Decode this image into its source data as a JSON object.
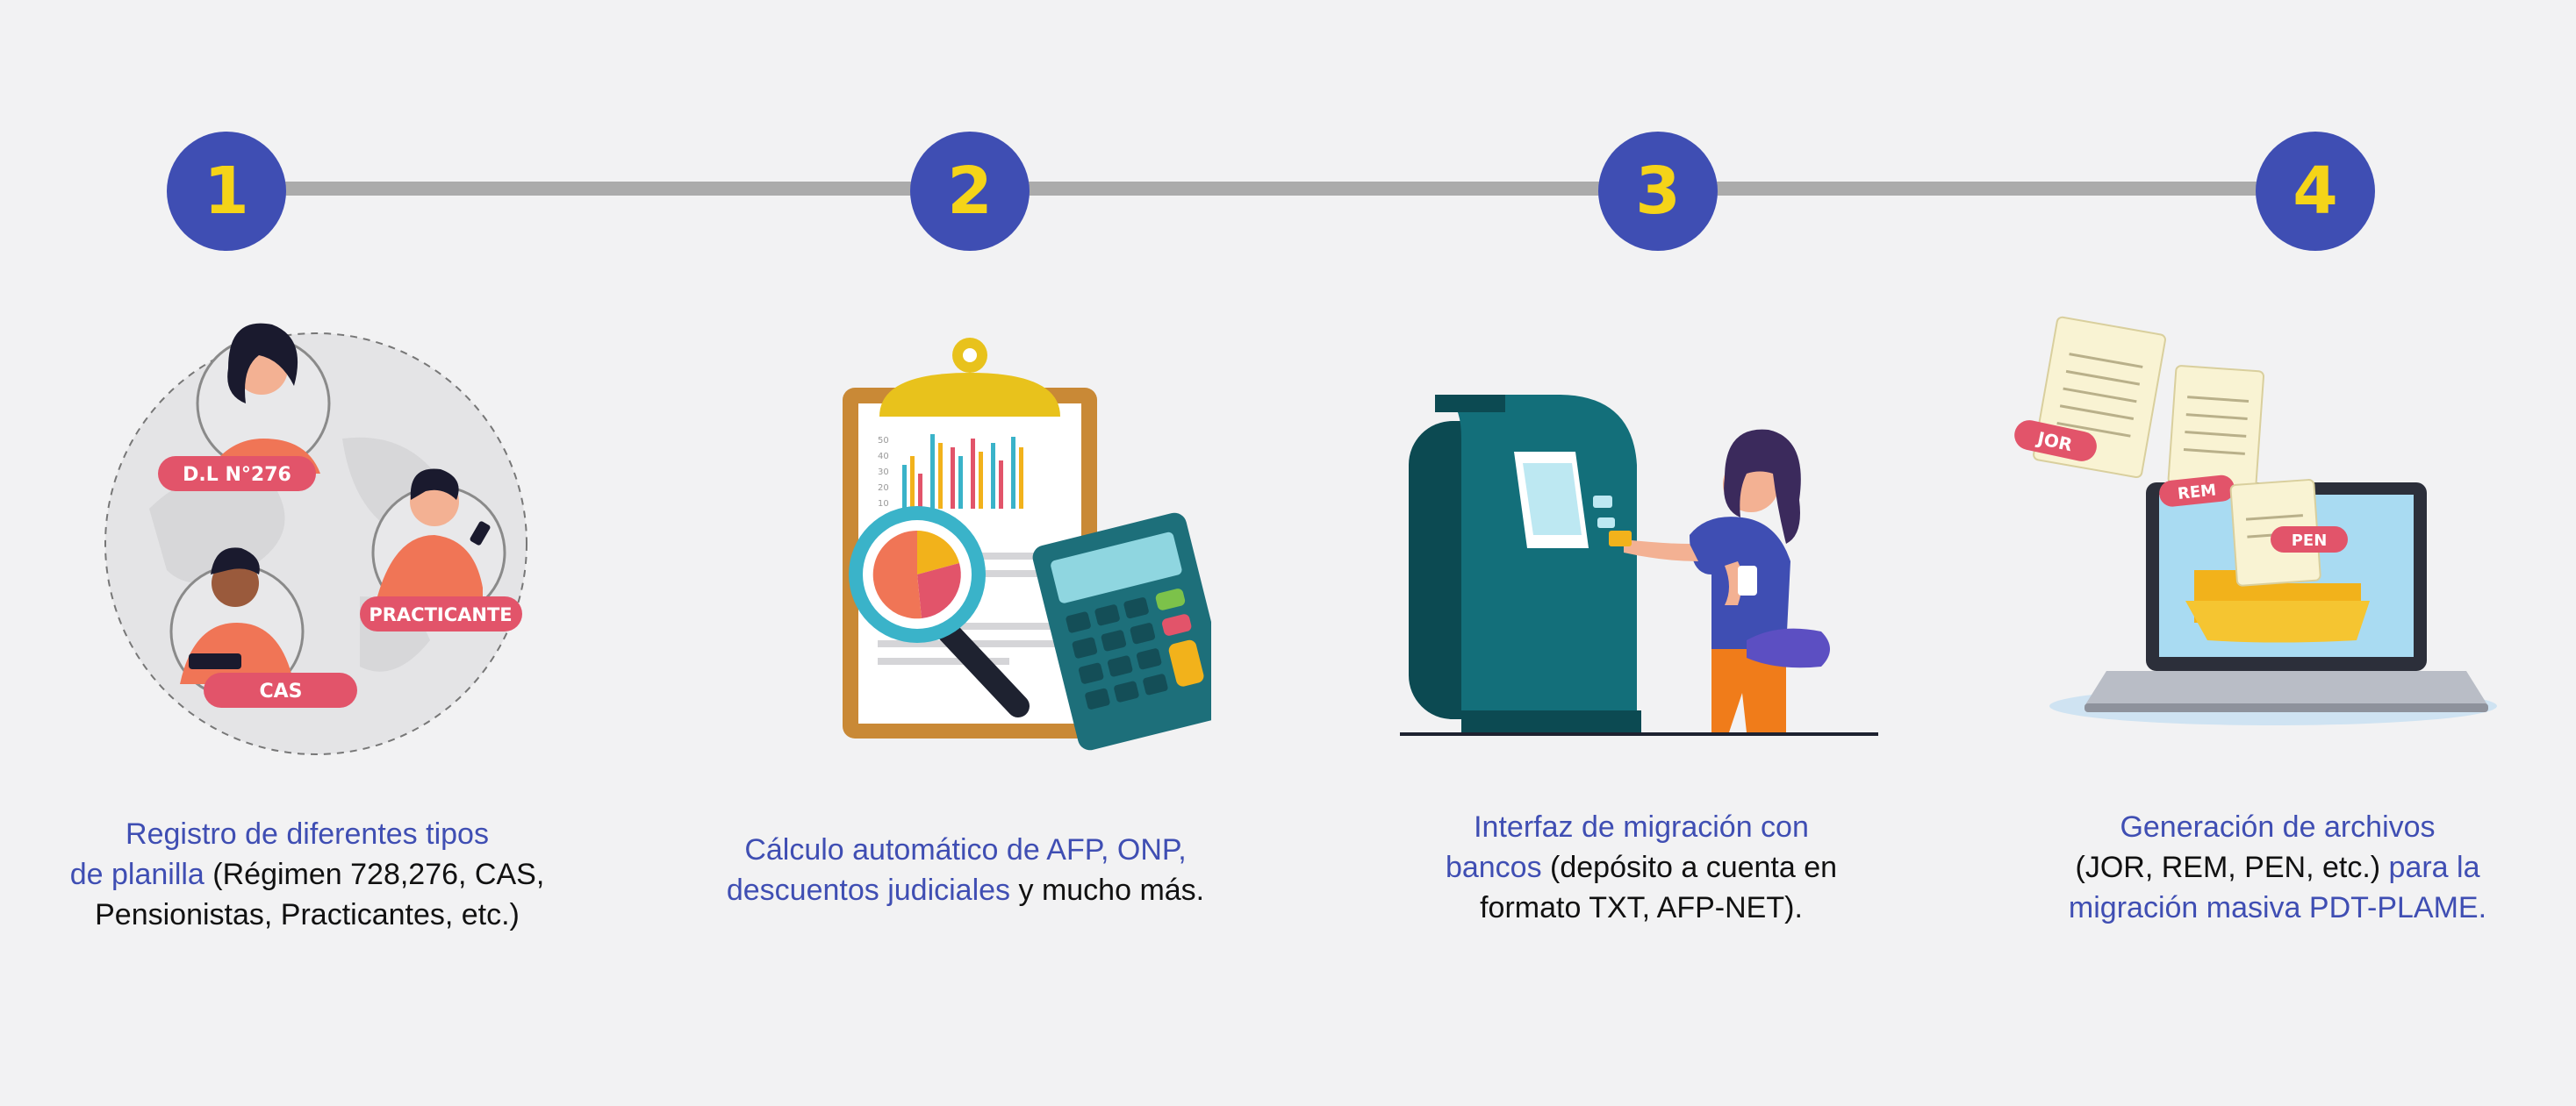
{
  "colors": {
    "background": "#f2f2f3",
    "accent_blue": "#3f4eb3",
    "accent_yellow": "#f5d418",
    "timeline_gray": "#ababab",
    "pink_badge": "#e2546a"
  },
  "steps": [
    {
      "number": "1",
      "badges": [
        "D.L N°276",
        "PRACTICANTE",
        "CAS"
      ],
      "caption": {
        "line1_highlight": "Registro de diferentes tipos",
        "line2_highlight": "de planilla",
        "line2_rest": " (Régimen 728,276, CAS,",
        "line3": "Pensionistas, Practicantes, etc.)"
      },
      "icon": "people-globe-illustration"
    },
    {
      "number": "2",
      "chart_ticks": [
        "50",
        "40",
        "30",
        "20",
        "10"
      ],
      "caption": {
        "line1_highlight": "Cálculo automático de AFP, ONP,",
        "line2_highlight": "descuentos judiciales",
        "line2_rest": " y mucho más."
      },
      "icon": "clipboard-calculator-illustration"
    },
    {
      "number": "3",
      "caption": {
        "line1_highlight": "Interfaz de migración con",
        "line2_highlight": "bancos",
        "line2_rest": " (depósito a cuenta en",
        "line3": "formato TXT, AFP-NET)."
      },
      "icon": "atm-woman-illustration"
    },
    {
      "number": "4",
      "badges": [
        "JOR",
        "REM",
        "PEN"
      ],
      "caption": {
        "line1_highlight": "Generación de archivos",
        "line2_rest": "(JOR, REM, PEN, etc.)",
        "line2_highlight": " para la",
        "line3_highlight": "migración masiva PDT-PLAME."
      },
      "icon": "laptop-files-illustration"
    }
  ]
}
